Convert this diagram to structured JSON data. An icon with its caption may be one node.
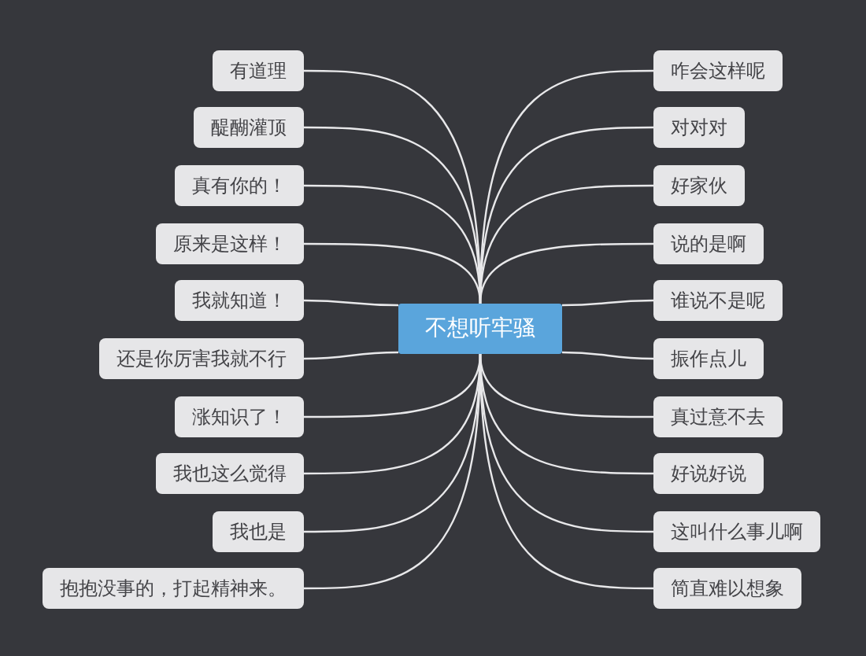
{
  "diagram": {
    "nodes": [
      {
        "text": [
          "不想听牢骚"
        ]
      },
      {
        "text": [
          "有道理"
        ]
      },
      {
        "text": [
          "醍醐灌顶"
        ]
      },
      {
        "text": [
          "真有你的！"
        ]
      },
      {
        "text": [
          "原来是这样！"
        ]
      },
      {
        "text": [
          "我就知道！"
        ]
      },
      {
        "text": [
          "还是你厉害我就不行"
        ]
      },
      {
        "text": [
          "涨知识了！"
        ]
      },
      {
        "text": [
          "我也这么觉得"
        ]
      },
      {
        "text": [
          "我也是"
        ]
      },
      {
        "text": [
          "抱抱没事的，打起精神来。"
        ]
      },
      {
        "text": [
          "咋会这样呢"
        ]
      },
      {
        "text": [
          "对对对"
        ]
      },
      {
        "text": [
          "好家伙"
        ]
      },
      {
        "text": [
          "说的是啊"
        ]
      },
      {
        "text": [
          "谁说不是呢"
        ]
      },
      {
        "text": [
          "振作点儿"
        ]
      },
      {
        "text": [
          "真过意不去"
        ]
      },
      {
        "text": [
          "好说好说"
        ]
      },
      {
        "text": [
          "这叫什么事儿啊"
        ]
      },
      {
        "text": [
          "简直难以想象"
        ]
      }
    ],
    "edges": [
      {
        "from": 0,
        "to": 1,
        "arrow": "none"
      },
      {
        "from": 0,
        "to": 2,
        "arrow": "none"
      },
      {
        "from": 0,
        "to": 3,
        "arrow": "none"
      },
      {
        "from": 0,
        "to": 4,
        "arrow": "none"
      },
      {
        "from": 0,
        "to": 5,
        "arrow": "none"
      },
      {
        "from": 0,
        "to": 6,
        "arrow": "none"
      },
      {
        "from": 0,
        "to": 7,
        "arrow": "none"
      },
      {
        "from": 0,
        "to": 8,
        "arrow": "none"
      },
      {
        "from": 0,
        "to": 9,
        "arrow": "none"
      },
      {
        "from": 0,
        "to": 10,
        "arrow": "none"
      },
      {
        "from": 0,
        "to": 11,
        "arrow": "none"
      },
      {
        "from": 0,
        "to": 12,
        "arrow": "none"
      },
      {
        "from": 0,
        "to": 13,
        "arrow": "none"
      },
      {
        "from": 0,
        "to": 14,
        "arrow": "none"
      },
      {
        "from": 0,
        "to": 15,
        "arrow": "none"
      },
      {
        "from": 0,
        "to": 16,
        "arrow": "none"
      },
      {
        "from": 0,
        "to": 17,
        "arrow": "none"
      },
      {
        "from": 0,
        "to": 18,
        "arrow": "none"
      },
      {
        "from": 0,
        "to": 19,
        "arrow": "none"
      },
      {
        "from": 0,
        "to": 20,
        "arrow": "none"
      }
    ]
  }
}
